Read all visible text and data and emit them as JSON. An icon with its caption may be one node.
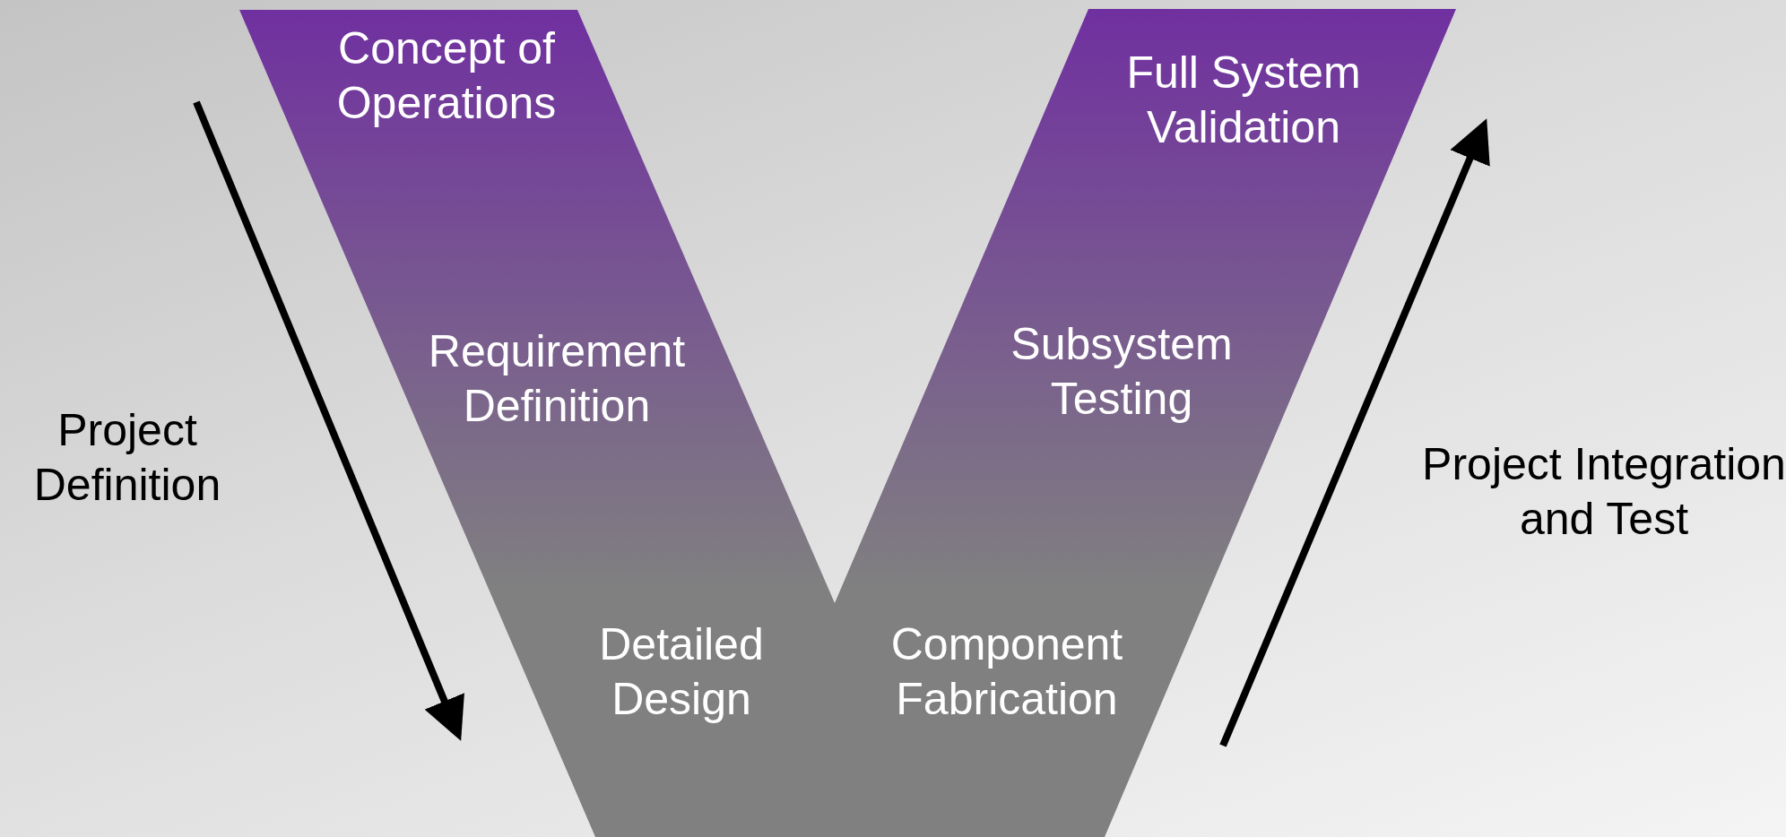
{
  "diagram": {
    "nodes": [
      {
        "text": [
          "Concept of Operations",
          "Requirement Definition",
          "Detailed Design",
          "Component Fabrication",
          "Subsystem Testing",
          "Full System Validation"
        ]
      }
    ],
    "edges": [],
    "labels": [
      "Project Definition",
      "Project Integration and Test"
    ]
  }
}
